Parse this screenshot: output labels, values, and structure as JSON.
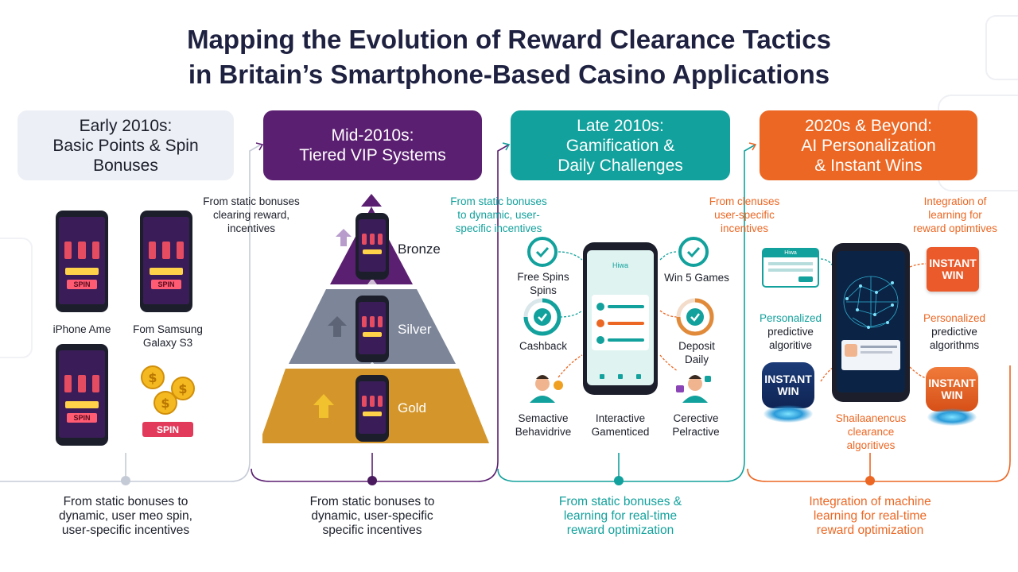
{
  "title": {
    "line1": "Mapping the Evolution of Reward Clearance Tactics",
    "line2": "in Britain’s Smartphone-Based Casino Applications"
  },
  "colors": {
    "era1": "#eceff5",
    "era2": "#5b1f71",
    "era3": "#12a19c",
    "era4": "#ec6723",
    "bronze": "#5b1f71",
    "silver": "#7d8599",
    "gold": "#d4962a"
  },
  "eras": [
    {
      "header": [
        "Early 2010s:",
        "Basic Points & Spin",
        "Bonuses"
      ],
      "labels": {
        "phone_a": "iPhone Ame",
        "phone_b": [
          "Fom Samsung",
          "Galaxy S3"
        ],
        "spin": "SPIN",
        "spin_pill": "SPIN"
      },
      "footer": [
        "From static bonuses to",
        "dynamic, user meo spin,",
        "user-specific incentives"
      ]
    },
    {
      "header": [
        "Mid-2010s:",
        "Tiered VIP Systems"
      ],
      "side_note": [
        "From static bonuses",
        "clearing reward,",
        "incentives"
      ],
      "tiers": [
        "Bronze",
        "Silver",
        "Gold"
      ],
      "footer": [
        "From static bonuses to",
        "dynamic, user-specific",
        "specific incentives"
      ]
    },
    {
      "header": [
        "Late 2010s:",
        "Gamification &",
        "Daily Challenges"
      ],
      "side_note": [
        "From static bonuses",
        "to dynamic, user-",
        "specific incentives"
      ],
      "items": {
        "free_spins": [
          "Free Spins",
          "Spins"
        ],
        "win5": "Win 5 Games",
        "cashback": "Cashback",
        "deposit": [
          "Deposit",
          "Daily"
        ],
        "semactive": [
          "Semactive",
          "Behavidrive"
        ],
        "interactive": [
          "Interactive",
          "Gamenticed"
        ],
        "ceractive": [
          "Cerective",
          "Pelractive"
        ]
      },
      "footer": [
        "From static bonuses &",
        "learning for real-time",
        "reward optimization"
      ]
    },
    {
      "header": [
        "2020s & Beyond:",
        "AI Personalization",
        "& Instant Wins"
      ],
      "side_note": [
        "From clenuses",
        "user-specific",
        "incentives"
      ],
      "side_note2": [
        "Integration of",
        "learning for",
        "reward optimtives"
      ],
      "items": {
        "instant": [
          "INSTANT",
          "WIN"
        ],
        "personalized_left": [
          "Personalized",
          "predictive",
          "algoritive"
        ],
        "personalized_right": [
          "Personalized",
          "predictive",
          "algorithms"
        ],
        "clearance": [
          "Shailaanencus",
          "clearance",
          "algoritives"
        ],
        "app_header": "Hiwa"
      },
      "footer": [
        "Integration of machine",
        "learning for real-time",
        "reward optimization"
      ]
    }
  ]
}
